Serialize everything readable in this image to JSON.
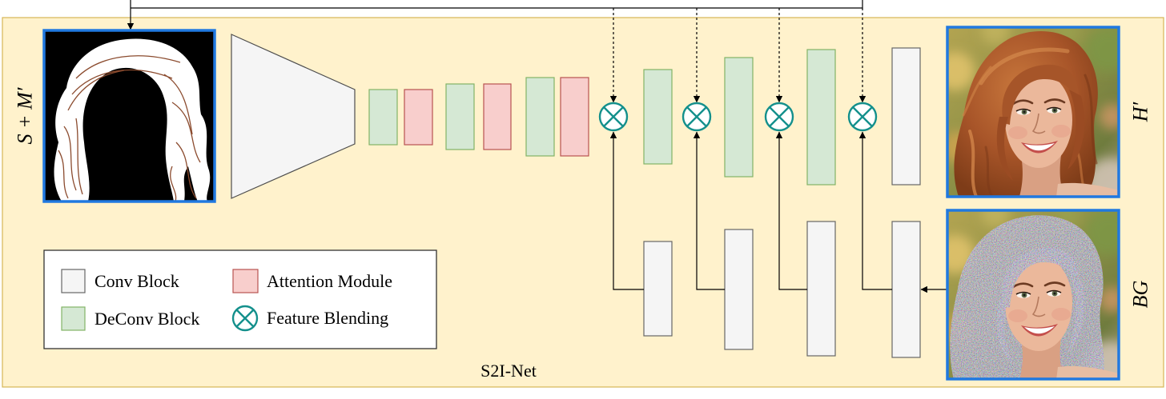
{
  "diagram": {
    "title": "S2I-Net"
  },
  "labels": {
    "sketch_input": "S + M′",
    "hair_image": "H′",
    "background_image": "BG"
  },
  "legend": {
    "conv_block": "Conv Block",
    "attention_module": "Attention Module",
    "deconv_block": "DeConv Block",
    "feature_blending": "Feature Blending"
  },
  "colors": {
    "panel_fill": "#fff2cc",
    "panel_border": "#d6b656",
    "conv_block_fill": "#f5f5f5",
    "conv_block_border": "#666666",
    "deconv_block_fill": "#d5e8d4",
    "deconv_block_border": "#82b366",
    "attention_module_fill": "#f8cecc",
    "attention_module_border": "#b85450",
    "feature_blending": "#14908c",
    "image_border": "#2079e0"
  },
  "icons": {
    "feature_blending": "circled-x-icon"
  }
}
